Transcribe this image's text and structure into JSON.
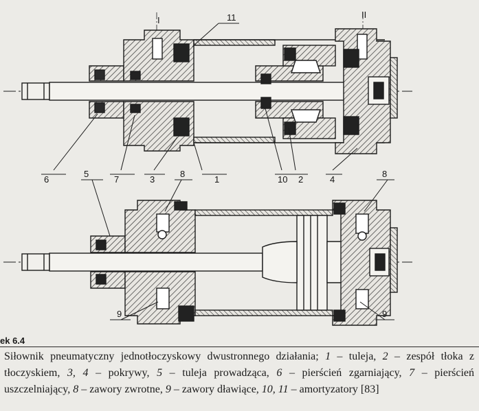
{
  "figure": {
    "number": "ek 6.4",
    "caption": [
      {
        "t": "Siłownik pneumatyczny jednotłoczyskowy dwustronnego działania; "
      },
      {
        "t": "1",
        "i": true
      },
      {
        "t": " – tuleja, "
      },
      {
        "t": "2",
        "i": true
      },
      {
        "t": " – zespół tłoka z tłoczyskiem, "
      },
      {
        "t": "3, 4",
        "i": true
      },
      {
        "t": " – pokrywy, "
      },
      {
        "t": "5",
        "i": true
      },
      {
        "t": " – tuleja prowadząca, "
      },
      {
        "t": "6",
        "i": true
      },
      {
        "t": " – pierścień zgarniający, "
      },
      {
        "t": "7",
        "i": true
      },
      {
        "t": " – pierścień uszczelniający, "
      },
      {
        "t": "8",
        "i": true
      },
      {
        "t": " – zawory zwrotne, "
      },
      {
        "t": "9",
        "i": true
      },
      {
        "t": " – zawory dławiące, "
      },
      {
        "t": "10, 11",
        "i": true
      },
      {
        "t": " – amortyzatory [83]"
      }
    ]
  },
  "callouts": {
    "top": {
      "port_1": "I",
      "port_2": "II",
      "n11": "11",
      "n6": "6",
      "n7": "7",
      "n3": "3",
      "n1": "1",
      "n10": "10",
      "n2": "2",
      "n4": "4"
    },
    "bottom": {
      "n5": "5",
      "n8a": "8",
      "n8b": "8",
      "n9a": "9",
      "n9b": "9"
    }
  }
}
